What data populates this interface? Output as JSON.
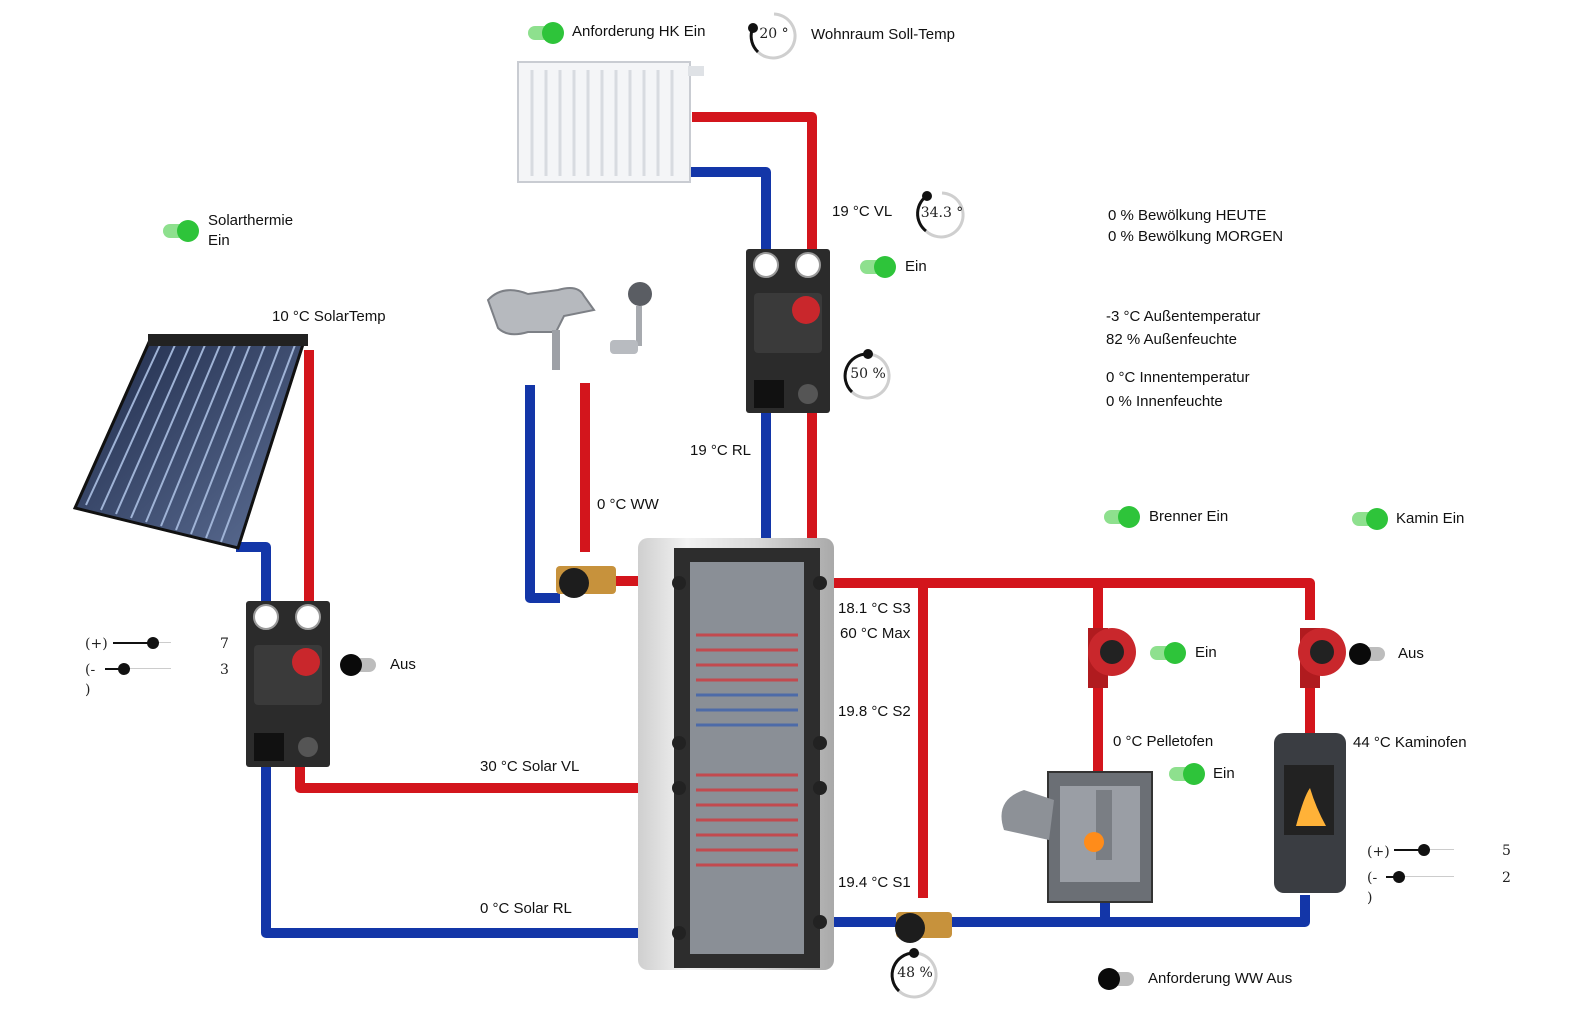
{
  "heating": {
    "request_toggle": {
      "label": "Anforderung HK Ein",
      "on": true
    },
    "room_setpoint": {
      "value": "20 °",
      "label": "Wohnraum Soll-Temp"
    },
    "flow_temp": "19 °C VL",
    "flow_setpoint": "34.3 °",
    "pump_toggle": {
      "label": "Ein",
      "on": true
    },
    "mixer_position": "50 %",
    "return_temp": "19 °C RL"
  },
  "solar": {
    "toggle": {
      "label_line1": "Solarthermie",
      "label_line2": "Ein",
      "on": true
    },
    "collector_temp": "10 °C SolarTemp",
    "pump_toggle": {
      "label": "Aus",
      "on": false
    },
    "plus_slider": {
      "label": "(+)",
      "value": "7"
    },
    "minus_slider": {
      "label_line1": "(-",
      "label_line2": ")",
      "value": "3"
    },
    "flow_temp": "30 °C Solar VL",
    "return_temp": "0 °C Solar RL"
  },
  "hot_water": {
    "temp": "0 °C WW",
    "request_toggle": {
      "label": "Anforderung WW Aus",
      "on": false
    }
  },
  "storage": {
    "s3": "18.1 °C S3",
    "max": "60 °C Max",
    "s2": "19.8 °C S2",
    "s1": "19.4 °C S1",
    "return_mixer": "48 %"
  },
  "weather": {
    "cloud_today": "0 % Bewölkung HEUTE",
    "cloud_tomorrow": "0 % Bewölkung MORGEN",
    "outdoor_temp": "-3 °C Außentemperatur",
    "outdoor_humidity": "82 % Außenfeuchte",
    "indoor_temp": "0 °C Innentemperatur",
    "indoor_humidity": "0 % Innenfeuchte"
  },
  "burner": {
    "toggle": {
      "label": "Brenner Ein",
      "on": true
    },
    "pump_toggle": {
      "label": "Ein",
      "on": true
    },
    "pellet_temp": "0 °C Pelletofen",
    "pellet_toggle": {
      "label": "Ein",
      "on": true
    }
  },
  "fireplace": {
    "toggle": {
      "label": "Kamin Ein",
      "on": true
    },
    "pump_toggle": {
      "label": "Aus",
      "on": false
    },
    "stove_temp": "44 °C Kaminofen",
    "plus_slider": {
      "label": "(+)",
      "value": "5"
    },
    "minus_slider": {
      "label_line1": "(-",
      "label_line2": ")",
      "value": "2"
    }
  },
  "colors": {
    "hot_pipe": "#d3151c",
    "cold_pipe": "#1336a8",
    "toggle_on": "#2ec43a",
    "toggle_off": "#0a0a0a"
  },
  "icons": [
    "radiator-icon",
    "solar-collector-icon",
    "shower-icon",
    "pump-station-icon",
    "buffer-tank-icon",
    "circulation-pump-icon",
    "pellet-boiler-icon",
    "wood-stove-icon",
    "three-way-valve-icon"
  ]
}
